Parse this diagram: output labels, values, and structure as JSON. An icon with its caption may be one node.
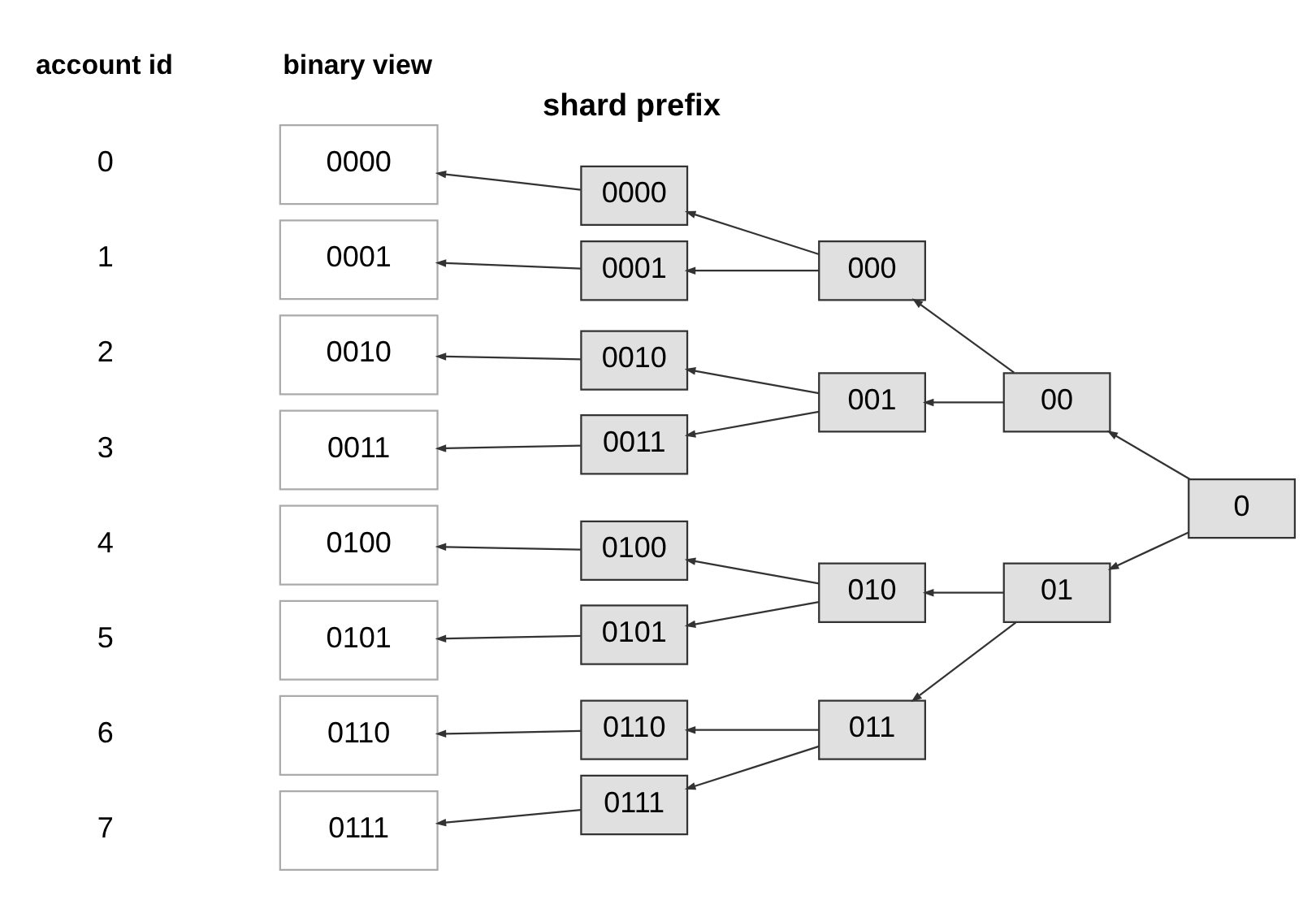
{
  "diagram": {
    "nodes": [
      {
        "text": [
          "0000"
        ]
      },
      {
        "text": [
          "0001"
        ]
      },
      {
        "text": [
          "0010"
        ]
      },
      {
        "text": [
          "0011"
        ]
      },
      {
        "text": [
          "0100"
        ]
      },
      {
        "text": [
          "0101"
        ]
      },
      {
        "text": [
          "0110"
        ]
      },
      {
        "text": [
          "0111"
        ]
      },
      {
        "text": [
          "0000"
        ]
      },
      {
        "text": [
          "0001"
        ]
      },
      {
        "text": [
          "0010"
        ]
      },
      {
        "text": [
          "0011"
        ]
      },
      {
        "text": [
          "0100"
        ]
      },
      {
        "text": [
          "0101"
        ]
      },
      {
        "text": [
          "0110"
        ]
      },
      {
        "text": [
          "0111"
        ]
      },
      {
        "text": [
          "000"
        ]
      },
      {
        "text": [
          "001"
        ]
      },
      {
        "text": [
          "010"
        ]
      },
      {
        "text": [
          "011"
        ]
      },
      {
        "text": [
          "00"
        ]
      },
      {
        "text": [
          "01"
        ]
      },
      {
        "text": [
          "0"
        ]
      }
    ],
    "edges": [
      {
        "from": 8,
        "to": 0,
        "arrow": "to"
      },
      {
        "from": 9,
        "to": 1,
        "arrow": "to"
      },
      {
        "from": 10,
        "to": 2,
        "arrow": "to"
      },
      {
        "from": 11,
        "to": 3,
        "arrow": "to"
      },
      {
        "from": 12,
        "to": 4,
        "arrow": "to"
      },
      {
        "from": 13,
        "to": 5,
        "arrow": "to"
      },
      {
        "from": 14,
        "to": 6,
        "arrow": "to"
      },
      {
        "from": 15,
        "to": 7,
        "arrow": "to"
      },
      {
        "from": 16,
        "to": 8,
        "arrow": "to"
      },
      {
        "from": 16,
        "to": 9,
        "arrow": "to"
      },
      {
        "from": 17,
        "to": 10,
        "arrow": "to"
      },
      {
        "from": 17,
        "to": 11,
        "arrow": "to"
      },
      {
        "from": 18,
        "to": 12,
        "arrow": "to"
      },
      {
        "from": 18,
        "to": 13,
        "arrow": "to"
      },
      {
        "from": 19,
        "to": 14,
        "arrow": "to"
      },
      {
        "from": 19,
        "to": 15,
        "arrow": "to"
      },
      {
        "from": 20,
        "to": 16,
        "arrow": "to"
      },
      {
        "from": 20,
        "to": 17,
        "arrow": "to"
      },
      {
        "from": 21,
        "to": 18,
        "arrow": "to"
      },
      {
        "from": 21,
        "to": 19,
        "arrow": "to"
      },
      {
        "from": 22,
        "to": 20,
        "arrow": "to"
      },
      {
        "from": 22,
        "to": 21,
        "arrow": "to"
      }
    ],
    "labels": [
      "account id",
      "binary view",
      "shard prefix",
      "0",
      "1",
      "2",
      "3",
      "4",
      "5",
      "6",
      "7"
    ]
  }
}
